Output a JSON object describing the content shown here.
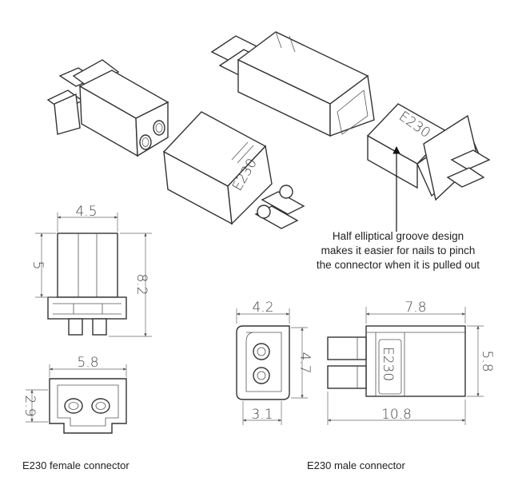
{
  "annotation": {
    "lines": [
      "Half elliptical groove design",
      "makes it easier for nails to pinch",
      "the connector when it is pulled out"
    ]
  },
  "iso_marking": "E230",
  "female": {
    "caption": "E230 female connector",
    "dims": {
      "width_top": "4.5",
      "height_body": "5",
      "height_total": "8.2",
      "width_base": "5.8",
      "face_height": "2.9"
    }
  },
  "male": {
    "caption": "E230 male connector",
    "marking": "E230",
    "dims": {
      "front_width": "4.2",
      "front_height": "4.7",
      "front_base": "3.1",
      "side_width": "7.8",
      "side_height": "5.8",
      "side_length": "10.8"
    }
  }
}
